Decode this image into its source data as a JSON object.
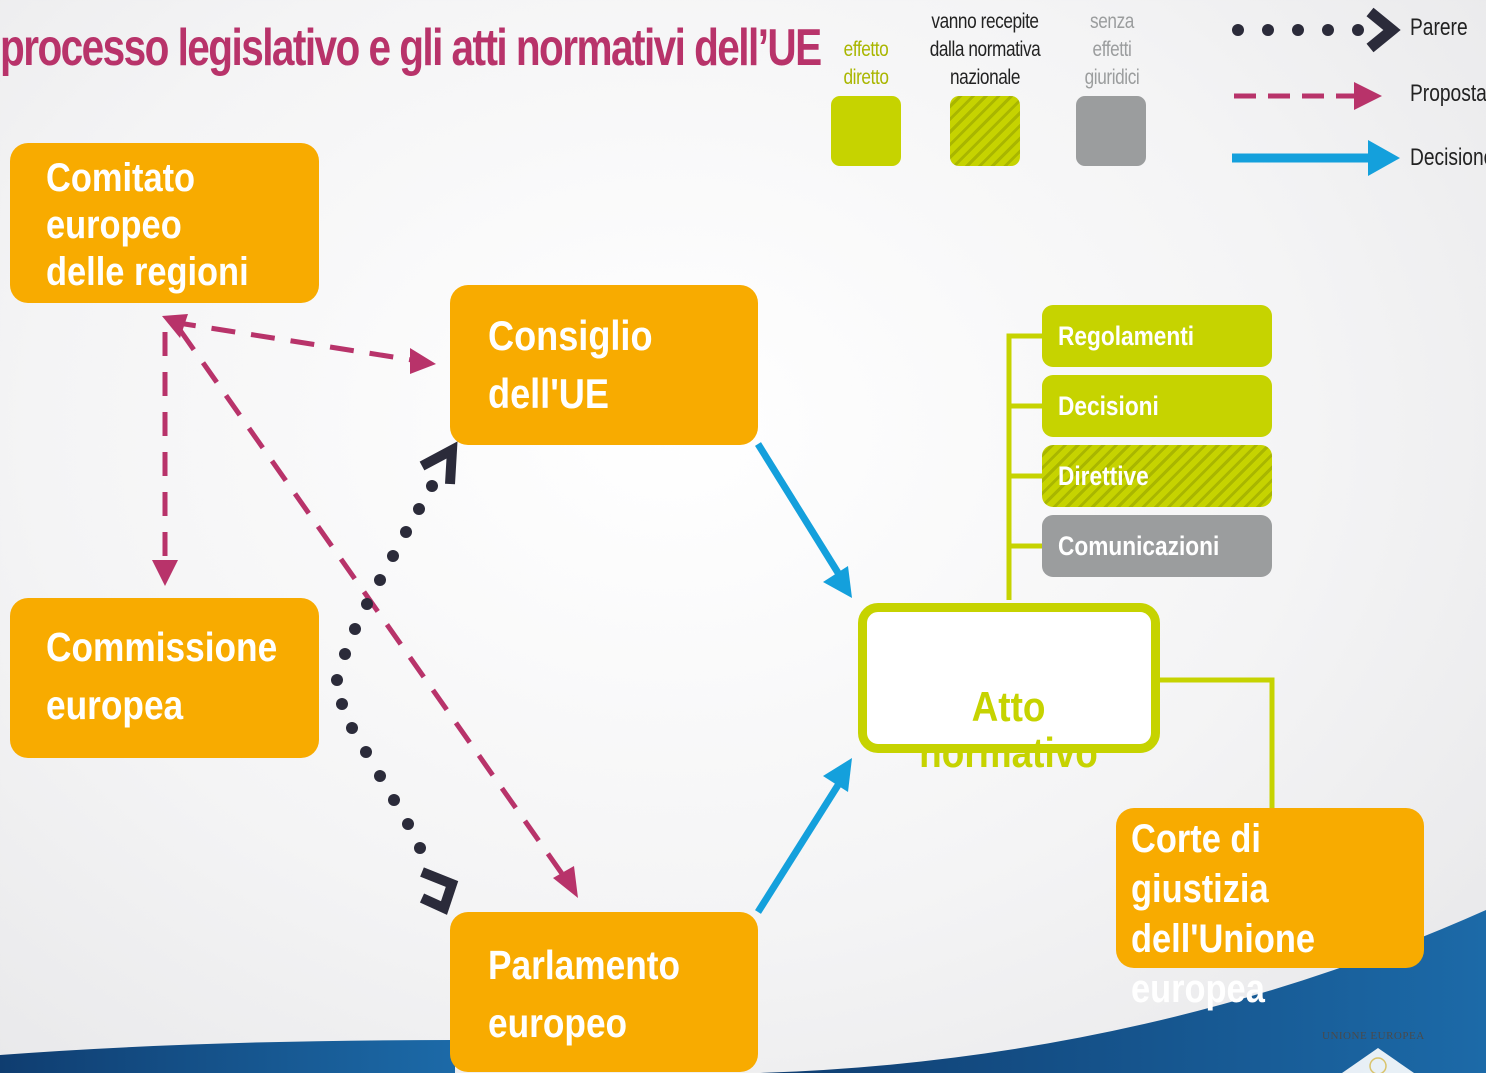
{
  "title": "processo legislativo e gli atti normativi dell’UE",
  "legend_types": [
    {
      "label": "effetto\ndiretto",
      "color": "#c6d300",
      "text_color": "#a9b600"
    },
    {
      "label": "vanno recepite\ndalla normativa\nnazionale",
      "color": "#c6d300",
      "pattern": "hatched",
      "text_color": "#222222"
    },
    {
      "label": "senza\neffetti\ngiuridici",
      "color": "#9b9d9e",
      "text_color": "#9b9d9e"
    }
  ],
  "legend_arrows": [
    {
      "label": "Parere",
      "style": "dotted",
      "color": "#2b2b3a"
    },
    {
      "label": "Proposta",
      "style": "dashed",
      "color": "#b8336a"
    },
    {
      "label": "Decisione",
      "style": "solid",
      "color": "#14a0dc"
    }
  ],
  "nodes": {
    "comitato": "Comitato\neuropeo\ndelle regioni",
    "consiglio": "Consiglio\ndell'UE",
    "commissione": "Commissione\neuropea",
    "parlamento": "Parlamento\neuropeo",
    "atto": "Atto\nnormativo",
    "corte": "Corte di giustizia\ndell'Unione\neuropea"
  },
  "act_types": [
    {
      "label": "Regolamenti",
      "effect": "effetto diretto"
    },
    {
      "label": "Decisioni",
      "effect": "effetto diretto"
    },
    {
      "label": "Direttive",
      "effect": "vanno recepite dalla normativa nazionale"
    },
    {
      "label": "Comunicazioni",
      "effect": "senza effetti giuridici"
    }
  ],
  "logo_text": "UNIONE EUROPEA",
  "colors": {
    "orange": "#f8ab00",
    "green": "#c6d300",
    "grey": "#9b9d9e",
    "magenta": "#b8336a",
    "blue": "#14a0dc",
    "dark": "#2b2b3a",
    "navy": "#1b4f86"
  }
}
